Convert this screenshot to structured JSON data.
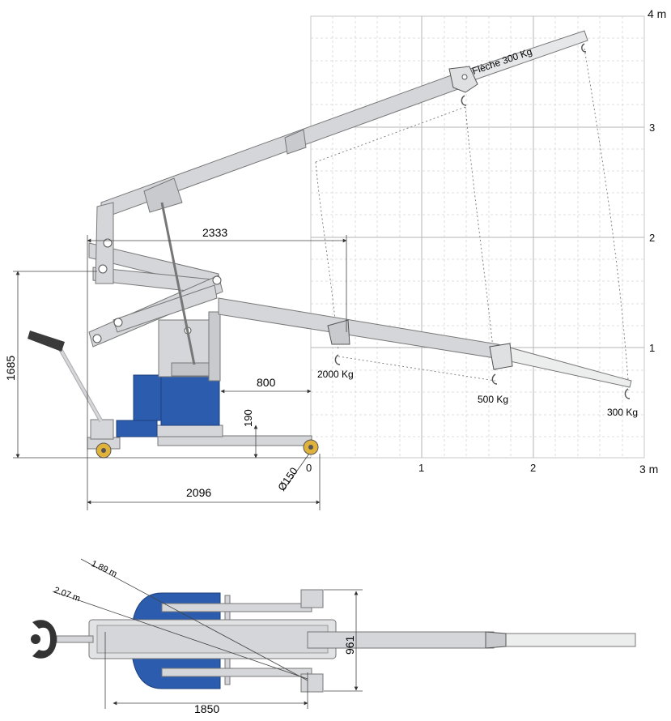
{
  "axes": {
    "x_ticks": [
      "0",
      "1",
      "2",
      "3 m"
    ],
    "y_ticks": [
      "1",
      "2",
      "3",
      "4 m"
    ]
  },
  "boom_label": "Flèche 300 Kg",
  "loads": {
    "near": "2000 Kg",
    "mid": "500 Kg",
    "far": "300 Kg"
  },
  "side_dimensions": {
    "reach": "2333",
    "height": "1685",
    "front_overhang": "800",
    "leg_height": "190",
    "wheel_diameter": "Ø150",
    "length": "2096"
  },
  "top_view": {
    "radius_outer": "1.89 m",
    "radius_inner": "2.07 m",
    "width": "961",
    "length": "1850"
  },
  "colors": {
    "steel": "#d4d6d9",
    "steel_dark": "#8e9196",
    "blue": "#2b5cae",
    "blue_dark": "#1d3f7c",
    "grid": "#c7c7c7",
    "wheel": "#e0b23c"
  }
}
